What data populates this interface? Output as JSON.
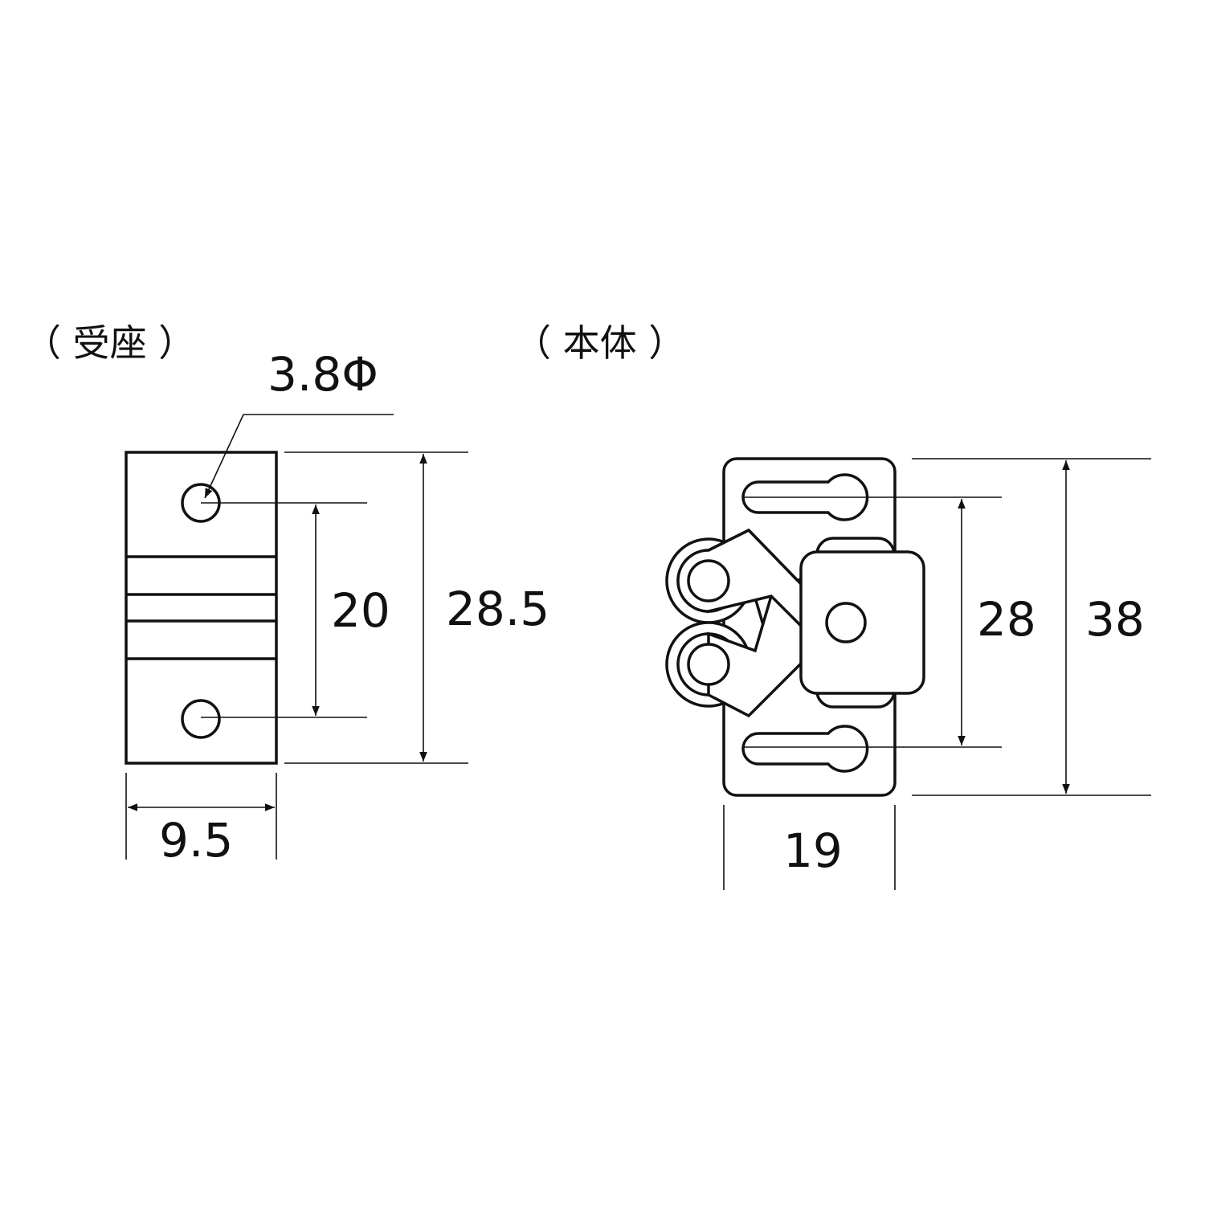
{
  "receiver": {
    "title": "（ 受座 ）",
    "hole_label": "3.8Φ",
    "hole_pitch": "20",
    "height": "28.5",
    "width": "9.5"
  },
  "body": {
    "title": "（ 本体 ）",
    "slot_pitch": "28",
    "height": "38",
    "width": "19"
  },
  "colors": {
    "line": "#111111",
    "background": "#ffffff"
  }
}
